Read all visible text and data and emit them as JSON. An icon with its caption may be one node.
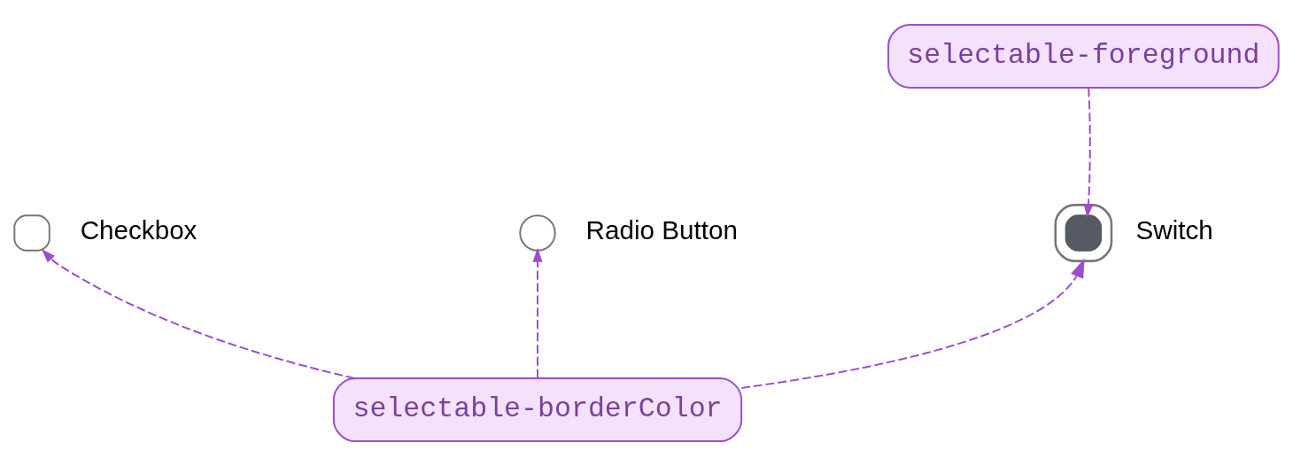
{
  "diagram": {
    "nodes": [
      {
        "text": [
          "selectable-foreground"
        ]
      },
      {
        "text": [],
        "shape": "box",
        "beside": [
          "Checkbox"
        ]
      },
      {
        "text": [],
        "shape": "circle",
        "beside": [
          "Radio Button"
        ]
      },
      {
        "text": [],
        "shape": "box",
        "beside": [
          "Switch"
        ]
      },
      {
        "text": [],
        "shape": "box",
        "in": 3
      },
      {
        "text": [
          "selectable-borderColor"
        ]
      }
    ],
    "edges": [
      {
        "from": 0,
        "to": 4,
        "arrow": "to",
        "style": "dashed"
      },
      {
        "from": 5,
        "to": 1,
        "arrow": "to",
        "style": "dashed"
      },
      {
        "from": 5,
        "to": 2,
        "arrow": "to",
        "style": "dashed"
      },
      {
        "from": 5,
        "to": 3,
        "arrow": "to",
        "style": "dashed"
      }
    ]
  }
}
